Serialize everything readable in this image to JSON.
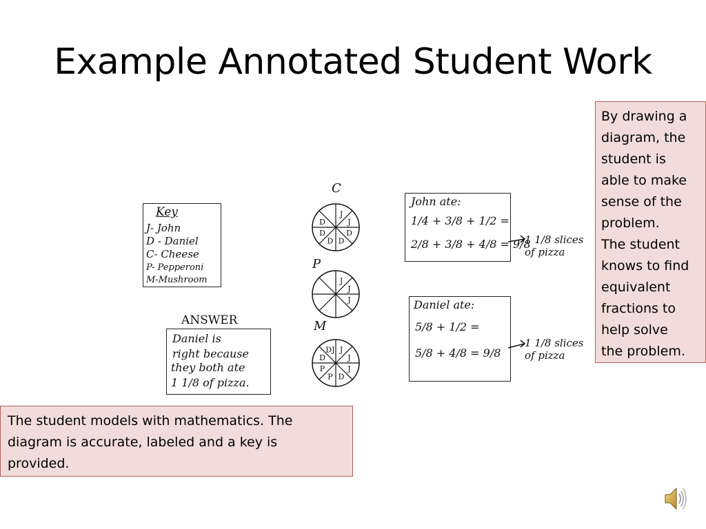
{
  "slide": {
    "title": "Example Annotated Student Work"
  },
  "callouts": {
    "right_lines": [
      "By drawing a",
      "diagram, the",
      "student is",
      "able to make",
      "sense of the",
      "problem.",
      "The student",
      "knows to find",
      "equivalent",
      "fractions to",
      "help solve",
      "the problem."
    ],
    "bottom_lines": [
      "The student models with mathematics.  The",
      "diagram is accurate, labeled and a key is",
      "provided."
    ]
  },
  "student_work": {
    "key": {
      "heading": "Key",
      "lines": [
        "J- John",
        "D - Daniel",
        "C- Cheese",
        "P- Pepperoni",
        "M-Mushroom"
      ]
    },
    "answer": {
      "heading": "ANSWER",
      "lines": [
        "Daniel is",
        "right because",
        "they both ate",
        "1 1/8 of pizza."
      ]
    },
    "pies": [
      {
        "label": "C",
        "slices": [
          "J",
          "J",
          "D",
          "D",
          "D",
          "D",
          "D",
          ""
        ]
      },
      {
        "label": "P",
        "slices": [
          "J",
          "J",
          "J",
          "",
          "",
          "",
          "",
          ""
        ]
      },
      {
        "label": "M",
        "slices": [
          "J",
          "J",
          "J",
          "D",
          "P",
          "P",
          "D",
          "DJ"
        ]
      }
    ],
    "john": {
      "heading": "John ate:",
      "eq1": "1/4 + 3/8 + 1/2 =",
      "eq2": "2/8 + 3/8 + 4/8 = 9/8",
      "result": "1 1/8 slices of pizza"
    },
    "daniel": {
      "heading": "Daniel ate:",
      "eq1": "5/8 + 1/2 =",
      "eq2": "5/8 + 4/8 = 9/8",
      "result": "1 1/8 slices of pizza"
    }
  },
  "icons": {
    "speaker": "speaker-icon"
  },
  "colors": {
    "callout_fill": "#f2dcdb",
    "callout_border": "#b0605a"
  }
}
